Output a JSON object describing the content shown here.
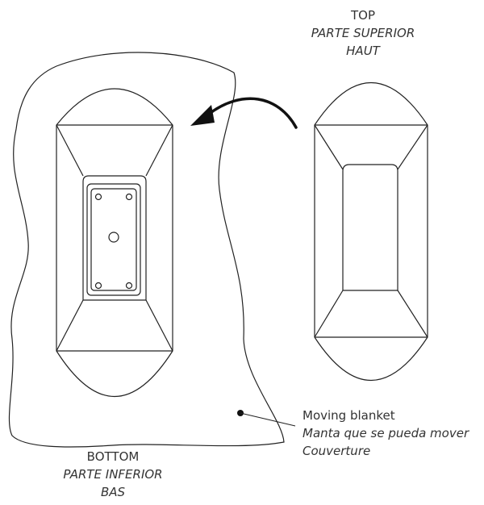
{
  "labels": {
    "top": {
      "en": "TOP",
      "es": "PARTE SUPERIOR",
      "fr": "HAUT"
    },
    "bottom": {
      "en": "BOTTOM",
      "es": "PARTE INFERIOR",
      "fr": "BAS"
    },
    "blanket": {
      "en": "Moving blanket",
      "es": "Manta que se pueda mover",
      "fr": "Couverture"
    }
  },
  "colors": {
    "stroke": "#222222",
    "text": "#333333"
  },
  "icons": [
    "flip-arrow-icon",
    "pointer-dot-icon"
  ]
}
